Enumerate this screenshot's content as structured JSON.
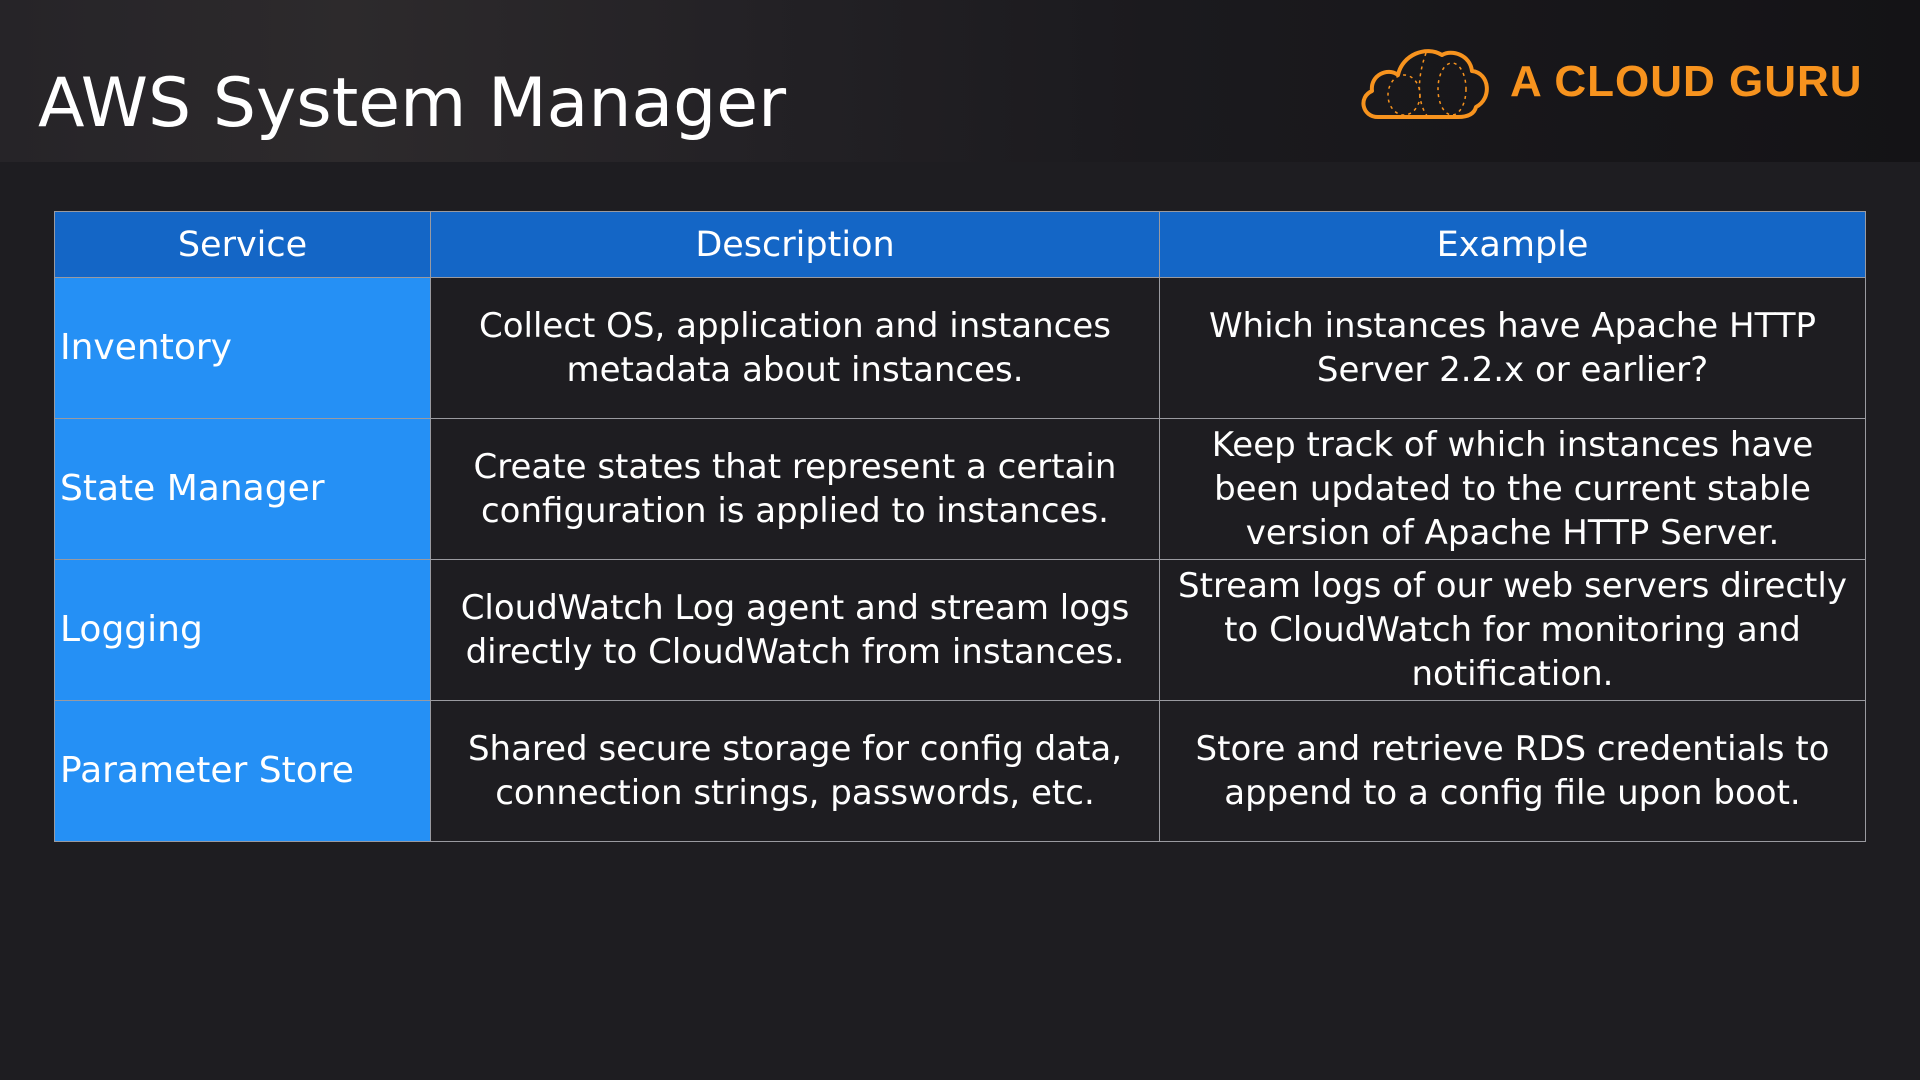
{
  "slide": {
    "title": "AWS System Manager"
  },
  "logo": {
    "text": "A CLOUD GURU",
    "icon": "cloud-logo-icon",
    "brand_color": "#f7931e"
  },
  "table": {
    "headers": [
      "Service",
      "Description",
      "Example"
    ],
    "header_color": "#1466c6",
    "service_cell_color": "#2590f5",
    "rows": [
      {
        "service": "Inventory",
        "description": "Collect OS, application and instances metadata about instances.",
        "example": "Which instances have Apache HTTP Server 2.2.x or earlier?"
      },
      {
        "service": "State Manager",
        "description": "Create states that represent a certain configuration is applied to instances.",
        "example": "Keep track of which instances have been updated to the current stable version of Apache HTTP Server."
      },
      {
        "service": "Logging",
        "description": "CloudWatch Log agent and stream logs directly to CloudWatch from instances.",
        "example": "Stream logs of our web servers directly to CloudWatch for monitoring and notification."
      },
      {
        "service": "Parameter Store",
        "description": "Shared secure storage for config data, connection strings, passwords, etc.",
        "example": "Store and retrieve RDS credentials to append to a config file upon boot."
      }
    ]
  }
}
